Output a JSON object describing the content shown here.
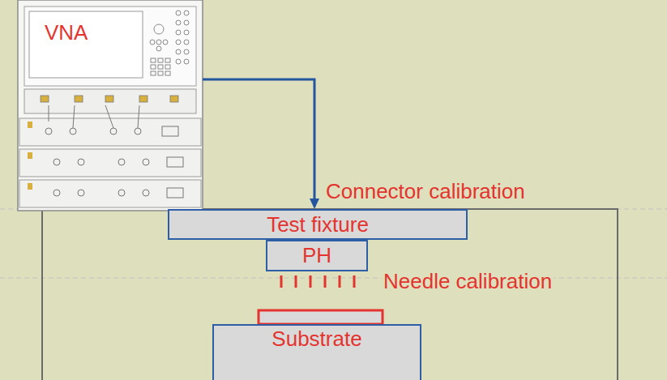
{
  "diagram": {
    "nodes": [
      {
        "text": [
          "VNA"
        ]
      },
      {
        "text": [
          "Test fixture"
        ]
      },
      {
        "text": [
          "PH"
        ]
      },
      {
        "text": [
          "Substrate"
        ]
      }
    ],
    "edges": [
      {
        "from": 0,
        "to": 1,
        "arrow": "to"
      }
    ],
    "labels": [
      "Connector calibration",
      "Needle calibration"
    ]
  }
}
